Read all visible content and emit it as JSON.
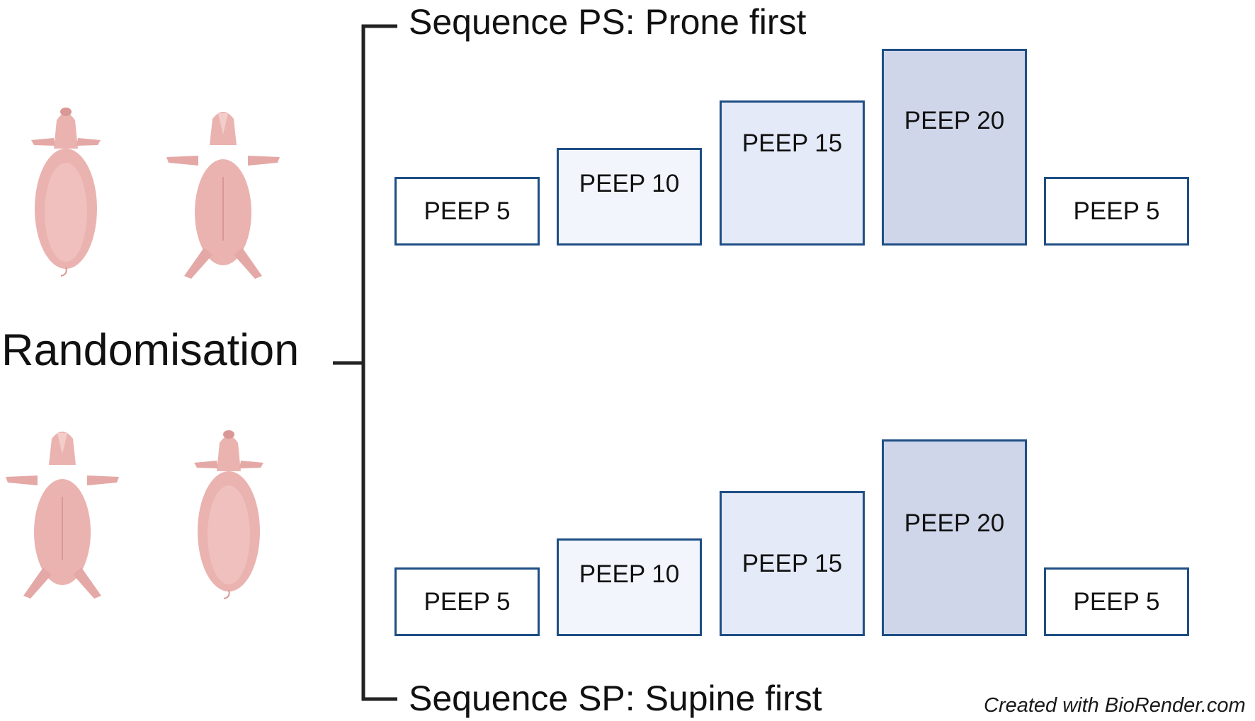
{
  "diagram": {
    "randomisation_label": "Randomisation",
    "sequences": [
      {
        "id": "ps",
        "title": "Sequence PS: Prone first",
        "steps": [
          {
            "label": "PEEP 5",
            "peep": 5
          },
          {
            "label": "PEEP 10",
            "peep": 10
          },
          {
            "label": "PEEP 15",
            "peep": 15
          },
          {
            "label": "PEEP 20",
            "peep": 20
          },
          {
            "label": "PEEP 5",
            "peep": 5
          }
        ]
      },
      {
        "id": "sp",
        "title": "Sequence SP: Supine first",
        "steps": [
          {
            "label": "PEEP 5",
            "peep": 5
          },
          {
            "label": "PEEP 10",
            "peep": 10
          },
          {
            "label": "PEEP 15",
            "peep": 15
          },
          {
            "label": "PEEP 20",
            "peep": 20
          },
          {
            "label": "PEEP 5",
            "peep": 5
          }
        ]
      }
    ],
    "credit": "Created with BioRender.com",
    "colors": {
      "box_border": "#1f4e85",
      "peep_5": "#ffffff",
      "peep_10": "#f2f5fc",
      "peep_15": "#e5eaf8",
      "peep_20": "#d0d6ea",
      "pig_skin": "#eab3b0",
      "pig_shade": "#d99896",
      "connector": "#222222"
    },
    "icons": [
      "pig-prone-icon",
      "pig-supine-icon"
    ]
  }
}
